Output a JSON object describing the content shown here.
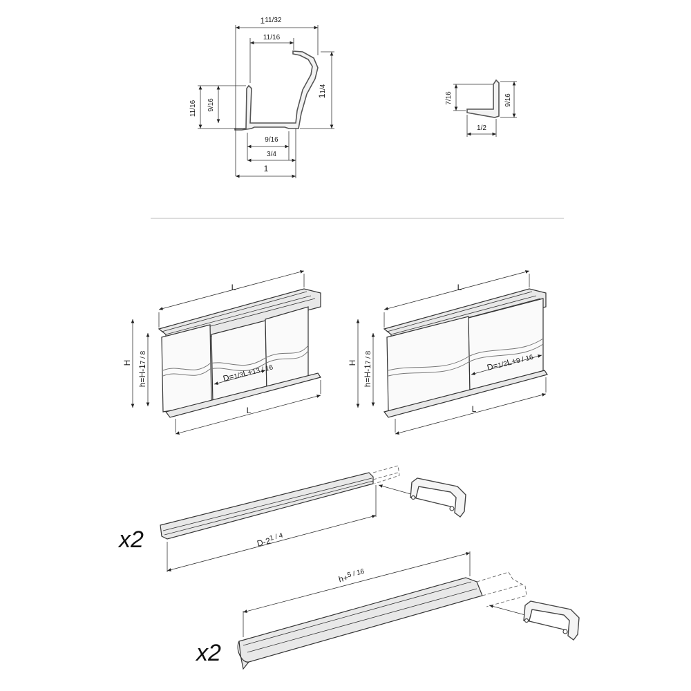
{
  "profile_large": {
    "dim_top_width": "1",
    "dim_top_width_frac": "11/32",
    "dim_inner_width": "11/16",
    "dim_height_right": "1",
    "dim_height_right_frac": "1/4",
    "dim_left_outer": "11/16",
    "dim_left_inner": "9/16",
    "dim_lip": "9/16",
    "dim_bottom_inner": "3/4",
    "dim_bottom_total": "1"
  },
  "profile_small": {
    "dim_height_left": "7/16",
    "dim_height_right": "9/16",
    "dim_width": "1/2"
  },
  "assembly_three_panel": {
    "top_length": "L",
    "bottom_length": "L",
    "height": "H",
    "door_height": "h=H-1",
    "door_height_frac": "7 / 8",
    "door_width": "D=",
    "door_width_frac": "1/3",
    "door_width_suffix": "L+",
    "door_width_add": "13 / 16"
  },
  "assembly_two_panel": {
    "top_length": "L",
    "bottom_length": "L",
    "height": "H",
    "door_height": "h=H-1",
    "door_height_frac": "7 / 8",
    "door_width": "D=",
    "door_width_frac": "1/2",
    "door_width_suffix": "L+",
    "door_width_add": "9 / 16"
  },
  "cut_horizontal": {
    "quantity": "x2",
    "length": "D-2",
    "length_frac": "1 / 4"
  },
  "cut_vertical": {
    "quantity": "x2",
    "length": "h+",
    "length_frac": "5 / 16"
  },
  "icons": [
    "hacksaw-icon",
    "hacksaw-icon"
  ]
}
